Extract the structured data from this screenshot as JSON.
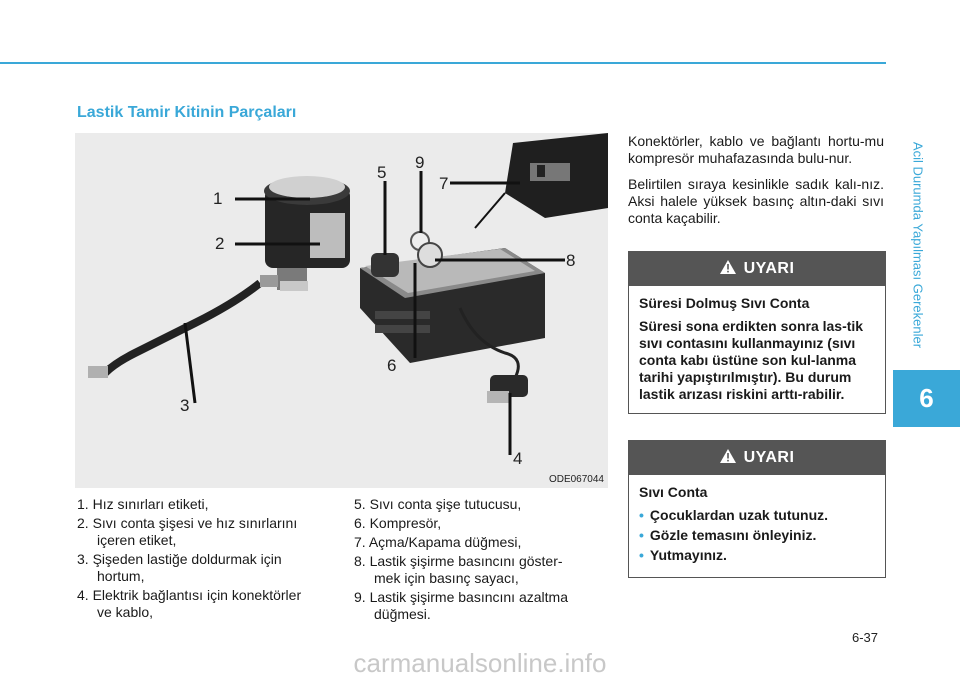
{
  "header": {
    "section_title": "Lastik Tamir Kitinin Parçaları"
  },
  "side_tab": {
    "label": "Acil Durumda Yapılması Gerekenler",
    "chapter": "6"
  },
  "figure": {
    "code": "ODE067044",
    "callouts": [
      "1",
      "2",
      "3",
      "4",
      "5",
      "6",
      "7",
      "8",
      "9"
    ]
  },
  "parts_left": [
    {
      "num": "1.",
      "text": "Hız sınırları etiketi,",
      "cont": ""
    },
    {
      "num": "2.",
      "text": "Sıvı conta şişesi ve hız sınırlarını",
      "cont": "içeren etiket,"
    },
    {
      "num": "3.",
      "text": "Şişeden lastiğe doldurmak için",
      "cont": "hortum,"
    },
    {
      "num": "4.",
      "text": "Elektrik bağlantısı için konektörler",
      "cont": "ve kablo,"
    }
  ],
  "parts_right": [
    {
      "num": "5.",
      "text": "Sıvı conta şişe tutucusu,",
      "cont": ""
    },
    {
      "num": "6.",
      "text": "Kompresör,",
      "cont": ""
    },
    {
      "num": "7.",
      "text": "Açma/Kapama düğmesi,",
      "cont": ""
    },
    {
      "num": "8.",
      "text": "Lastik şişirme basıncını göster-",
      "cont": "mek için basınç sayacı,"
    },
    {
      "num": "9.",
      "text": "Lastik şişirme basıncını azaltma",
      "cont": "düğmesi."
    }
  ],
  "body": {
    "p1": "Konektörler, kablo ve bağlantı hortu-mu kompresör muhafazasında bulu-nur.",
    "p2": "Belirtilen sıraya kesinlikle sadık kalı-nız. Aksi halele yüksek basınç altın-daki sıvı conta kaçabilir."
  },
  "warning1": {
    "header": "UYARI",
    "title": "Süresi Dolmuş Sıvı Conta",
    "text": "Süresi sona erdikten sonra las-tik sıvı contasını kullanmayınız (sıvı conta kabı üstüne son kul-lanma tarihi yapıştırılmıştır). Bu durum lastik arızası riskini arttı-rabilir."
  },
  "warning2": {
    "header": "UYARI",
    "title": "Sıvı Conta",
    "bullets": [
      "Çocuklardan uzak tutunuz.",
      "Gözle temasını önleyiniz.",
      "Yutmayınız."
    ]
  },
  "footer": {
    "page": "6-37",
    "watermark": "carmanualsonline.info"
  },
  "colors": {
    "accent": "#3aa8d8",
    "warning_header": "#555555"
  },
  "icons": [
    "warning-triangle-icon"
  ]
}
